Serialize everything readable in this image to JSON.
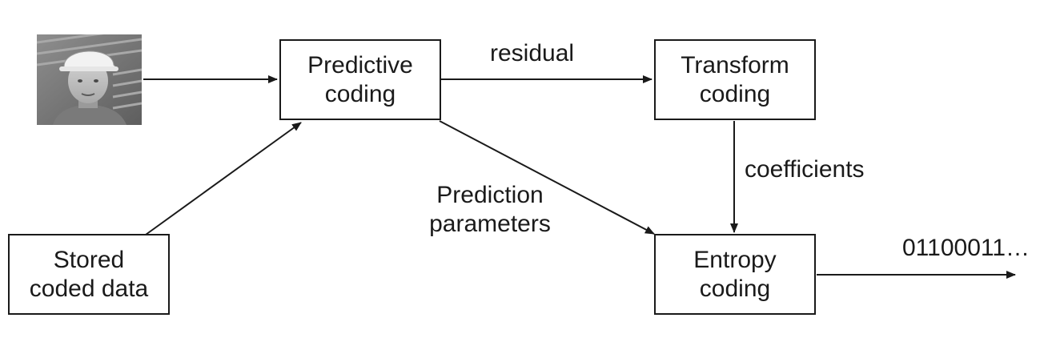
{
  "boxes": {
    "predictive": {
      "line1": "Predictive",
      "line2": "coding"
    },
    "transform": {
      "line1": "Transform",
      "line2": "coding"
    },
    "entropy": {
      "line1": "Entropy",
      "line2": "coding"
    },
    "stored": {
      "line1": "Stored",
      "line2": "coded data"
    }
  },
  "labels": {
    "residual": "residual",
    "coefficients": "coefficients",
    "prediction_line1": "Prediction",
    "prediction_line2": "parameters",
    "output_bits": "01100011…"
  },
  "colors": {
    "stroke": "#1a1a1a",
    "background": "#ffffff"
  }
}
